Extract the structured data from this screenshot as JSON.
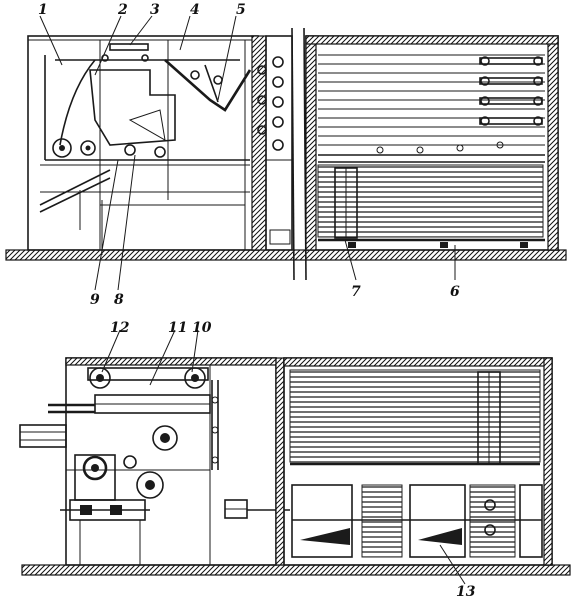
{
  "diagram": {
    "top_view_labels": [
      "1",
      "2",
      "3",
      "4",
      "5",
      "9",
      "8",
      "7",
      "6"
    ],
    "bottom_view_labels": [
      "12",
      "11",
      "10",
      "13"
    ]
  },
  "colors": {
    "ink": "#1a1a1a",
    "paper": "#ffffff"
  }
}
